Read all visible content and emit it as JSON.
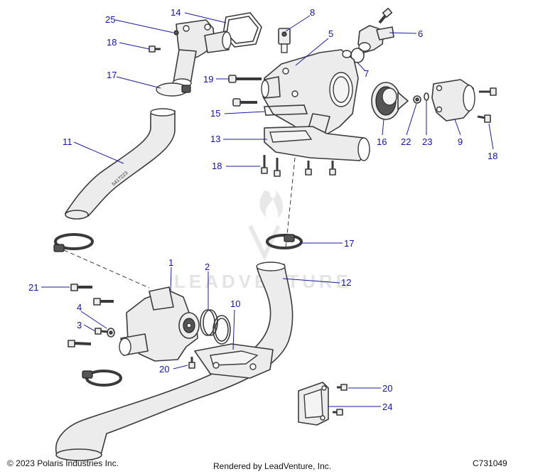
{
  "watermark": {
    "text": "LEADVENTURE"
  },
  "footer": {
    "copyright": "© 2023 Polaris Industries Inc.",
    "rendered_by": "Rendered by LeadVenture, Inc.",
    "diagram_code": "C731049"
  },
  "callouts": [
    "25",
    "14",
    "8",
    "18",
    "5",
    "6",
    "7",
    "17",
    "19",
    "15",
    "13",
    "16",
    "22",
    "23",
    "9",
    "18",
    "11",
    "18",
    "17",
    "1",
    "2",
    "12",
    "21",
    "10",
    "4",
    "3",
    "20",
    "20",
    "24"
  ],
  "stamps": {
    "hose_upper": "5417223"
  }
}
